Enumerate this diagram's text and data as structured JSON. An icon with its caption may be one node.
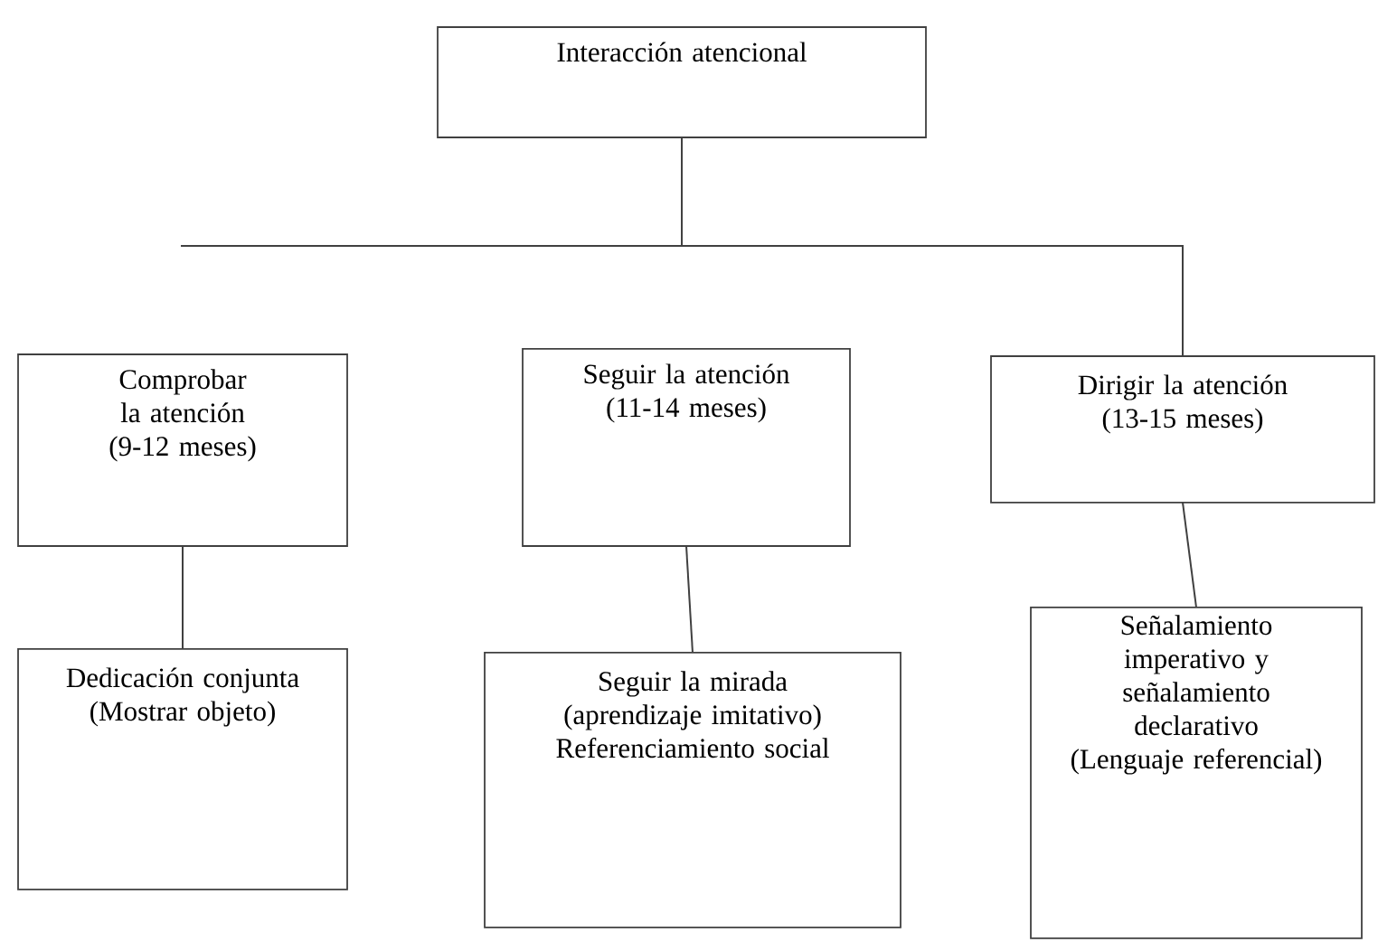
{
  "diagram": {
    "nodes": [
      {
        "text": [
          "Interacción atencional"
        ]
      },
      {
        "text": [
          "Comprobar la atención (9-12 meses)"
        ]
      },
      {
        "text": [
          "Seguir la atención (11-14 meses)"
        ]
      },
      {
        "text": [
          "Dirigir la atención (13-15 meses)"
        ]
      },
      {
        "text": [
          "Dedicación conjunta (Mostrar objeto)"
        ]
      },
      {
        "text": [
          "Seguir la mirada (aprendizaje imitativo) Referenciamiento social"
        ]
      },
      {
        "text": [
          "Señalamiento imperativo y señalamiento declarativo (Lenguaje referencial)"
        ]
      }
    ],
    "edges": [
      {
        "from": 0,
        "to": 3,
        "arrow": "none"
      },
      {
        "from": 1,
        "to": 4,
        "arrow": "none"
      },
      {
        "from": 2,
        "to": 5,
        "arrow": "none"
      },
      {
        "from": 3,
        "to": 6,
        "arrow": "none"
      }
    ]
  }
}
